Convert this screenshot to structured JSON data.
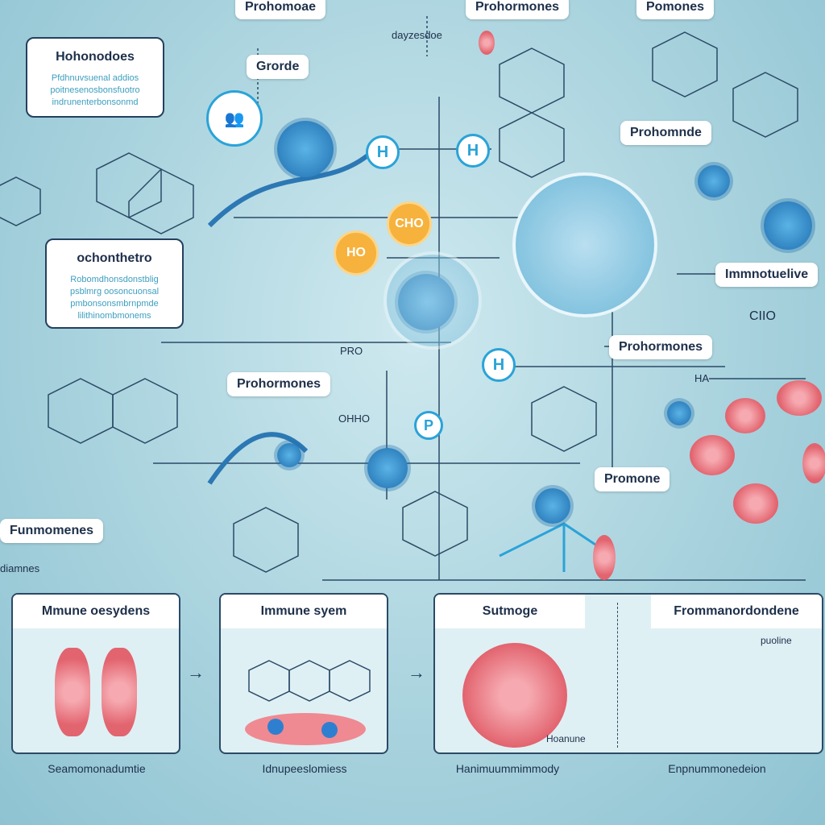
{
  "top_labels": [
    "Prohomoae",
    "Prohormones",
    "Pomones"
  ],
  "card1": {
    "title": "Hohonodoes",
    "lines": [
      "Pfdhnuvsuenal addios",
      "poitnesenosbonsfuotro",
      "indrunenterbonsonmd"
    ]
  },
  "card2": {
    "title": "ochonthetro",
    "lines": [
      "Robomdhonsdonstblig",
      "psblmrg oosoncuonsal",
      "pmbonsonsmbrnpmde",
      "lilithinombmonems"
    ]
  },
  "labels": {
    "grorde": "Grorde",
    "dayzesdoe": "dayzesdoe",
    "prohomnde": "Prohomnde",
    "immno": "Immnotuelive",
    "prohormones_r": "Prohormones",
    "prohormones_c": "Prohormones",
    "promone": "Promone",
    "funmomenes": "Funmomenes",
    "diamnes": "diamnes",
    "pro": "PRO",
    "ohho": "OHHO",
    "cio": "CIIO",
    "ha": "HA"
  },
  "nodes": {
    "h1": "H",
    "h2": "H",
    "h3": "H",
    "p": "P",
    "cho": "CHO",
    "ho": "HO"
  },
  "panels": [
    {
      "title": "Mmune oesydens",
      "caption": "Seamomonadumtie"
    },
    {
      "title": "Immune syem",
      "caption": "Idnupeeslomiess"
    },
    {
      "title": "Sutmoge",
      "caption": "Hanimuummimmody",
      "note": "Hoanune"
    },
    {
      "title": "Frommanordondene",
      "caption": "Enpnummonedeion",
      "note": "puoline"
    }
  ],
  "arrows": [
    "→",
    "→",
    "–"
  ],
  "colors": {
    "accent": "#2aa3d8",
    "orange": "#f6b23c",
    "rbc": "#e2646f",
    "navy": "#1d2f4a"
  }
}
